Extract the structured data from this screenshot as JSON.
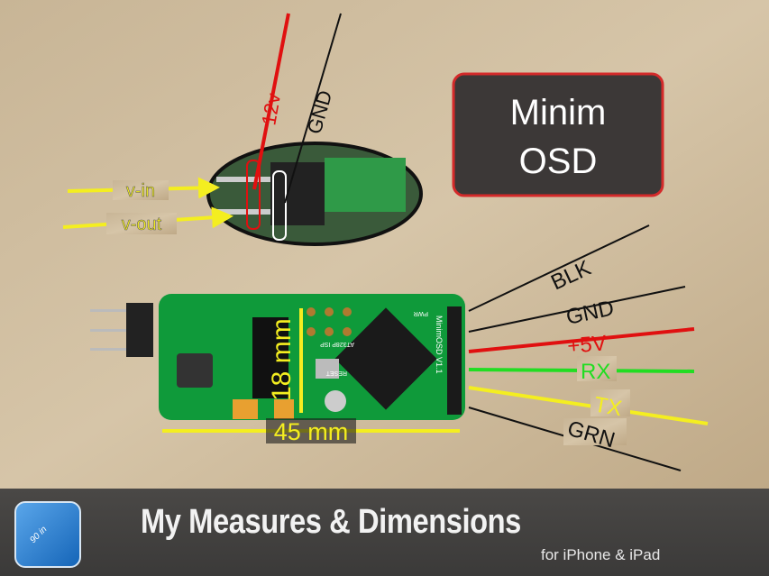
{
  "title_box": {
    "line1": "Minim",
    "line2": "OSD"
  },
  "power_pins": {
    "v_in": "v-in",
    "v_out": "v-out",
    "pin_12v": "12v",
    "pin_gnd": "GND"
  },
  "board": {
    "silk_label": "MinimOSD V1.1",
    "chip_label": "AT328P ISP",
    "reset_label": "RESET",
    "pwr_label": "PWR"
  },
  "dimensions": {
    "height": "18 mm",
    "width": "45 mm"
  },
  "header_pins": [
    {
      "label": "BLK",
      "color": "#111111"
    },
    {
      "label": "GND",
      "color": "#111111"
    },
    {
      "label": "+5V",
      "color": "#e01010"
    },
    {
      "label": "RX",
      "color": "#22dd22"
    },
    {
      "label": "TX",
      "color": "#f4ee20"
    },
    {
      "label": "GRN",
      "color": "#111111"
    }
  ],
  "banner": {
    "app_title": "My Measures & Dimensions",
    "subtitle": "for iPhone & iPad",
    "icon_label": "90 in"
  }
}
